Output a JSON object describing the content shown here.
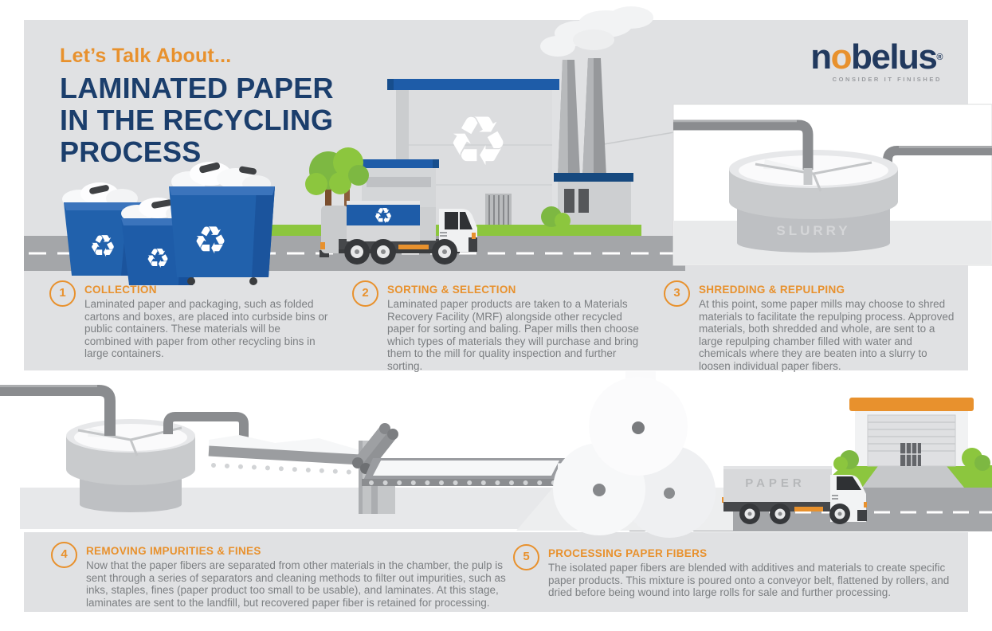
{
  "header": {
    "kicker": "Let’s Talk About...",
    "title_line_1": "LAMINATED PAPER",
    "title_line_2": "IN THE RECYCLING",
    "title_line_3": "PROCESS"
  },
  "logo": {
    "name_part1": "n",
    "name_accent": "o",
    "name_part2": "belus",
    "registered": "®",
    "tagline": "CONSIDER IT FINISHED"
  },
  "icons": {
    "recycle_symbol": "♻"
  },
  "illustrations": {
    "slurry_tank_label": "SLURRY",
    "paper_truck_label": "PAPER"
  },
  "steps": [
    {
      "number": "1",
      "title": "COLLECTION",
      "body": "Laminated paper and packaging, such as folded cartons and boxes, are placed into curbside bins or public containers. These materials will be combined with paper from other recycling bins in large containers."
    },
    {
      "number": "2",
      "title": "SORTING & SELECTION",
      "body": "Laminated paper products are taken to a Materials Recovery Facility (MRF) alongside other recycled paper for sorting and baling. Paper mills then choose which types of materials they will purchase and bring them to the mill for quality inspection and further sorting."
    },
    {
      "number": "3",
      "title": "SHREDDING & REPULPING",
      "body": "At this point, some paper mills may choose to shred materials to facilitate the repulping process. Approved materials, both shredded and whole, are sent to a large repulping chamber filled with water and chemicals where they are beaten into a slurry to loosen individual paper fibers."
    },
    {
      "number": "4",
      "title": "REMOVING IMPURITIES & FINES",
      "body": "Now that the paper fibers are separated from other materials in the chamber, the pulp is sent through a series of separators and cleaning methods to filter out impurities, such as inks, staples, fines (paper product too small to be usable), and laminates. At this stage, laminates are sent to the landfill, but recovered paper fiber is retained for processing."
    },
    {
      "number": "5",
      "title": "PROCESSING PAPER FIBERS",
      "body": "The isolated paper fibers are blended with additives and materials to create specific paper products. This mixture is poured onto a conveyor belt, flattened by rollers, and dried before being wound into large rolls for sale and further processing."
    }
  ],
  "colors": {
    "accent_orange": "#E8912D",
    "navy": "#1B3E6C",
    "brand_blue": "#1E5CA8",
    "grass_green": "#8CC63E",
    "body_gray": "#7C7F82",
    "canvas_gray": "#E0E1E3"
  }
}
